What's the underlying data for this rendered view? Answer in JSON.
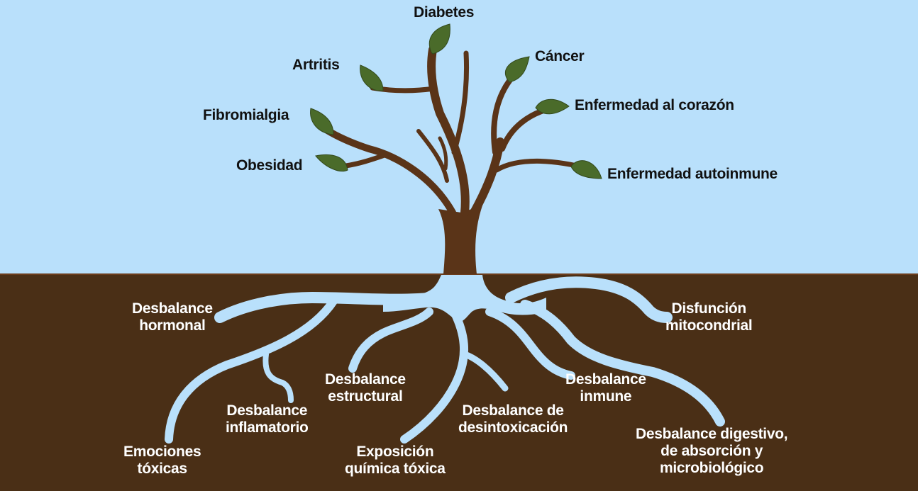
{
  "colors": {
    "sky": "#b9e0fb",
    "soil": "#4a2f16",
    "trunk": "#5a3418",
    "leaf": "#4a6b2a",
    "root": "#b9e0fb",
    "sky_text": "#111111",
    "root_text": "#ffffff"
  },
  "tree": {
    "leaves": [
      {
        "id": "diabetes",
        "label": "Diabetes",
        "icon": "leaf-icon"
      },
      {
        "id": "artritis",
        "label": "Artritis",
        "icon": "leaf-icon"
      },
      {
        "id": "cancer",
        "label": "Cáncer",
        "icon": "leaf-icon"
      },
      {
        "id": "fibromialgia",
        "label": "Fibromialgia",
        "icon": "leaf-icon"
      },
      {
        "id": "corazon",
        "label": "Enfermedad al corazón",
        "icon": "leaf-icon"
      },
      {
        "id": "obesidad",
        "label": "Obesidad",
        "icon": "leaf-icon"
      },
      {
        "id": "autoinmune",
        "label": "Enfermedad autoinmune",
        "icon": "leaf-icon"
      }
    ]
  },
  "roots": [
    {
      "id": "hormonal",
      "lines": [
        "Desbalance",
        "hormonal"
      ]
    },
    {
      "id": "mitocondrial",
      "lines": [
        "Disfunción",
        "mitocondrial"
      ]
    },
    {
      "id": "estructural",
      "lines": [
        "Desbalance",
        "estructural"
      ]
    },
    {
      "id": "inmune",
      "lines": [
        "Desbalance",
        "inmune"
      ]
    },
    {
      "id": "inflamatorio",
      "lines": [
        "Desbalance",
        "inflamatorio"
      ]
    },
    {
      "id": "desintoxicacion",
      "lines": [
        "Desbalance de",
        "desintoxicación"
      ]
    },
    {
      "id": "emociones",
      "lines": [
        "Emociones",
        "tóxicas"
      ]
    },
    {
      "id": "quimica",
      "lines": [
        "Exposición",
        "química tóxica"
      ]
    },
    {
      "id": "digestivo",
      "lines": [
        "Desbalance digestivo,",
        "de absorción y",
        "microbiológico"
      ]
    }
  ]
}
